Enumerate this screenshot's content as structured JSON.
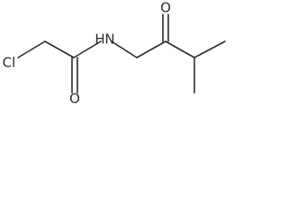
{
  "molecule": {
    "atoms": {
      "chlorine": "Cl",
      "amide_nitrogen": "N",
      "amide_hydrogen": "H",
      "amide_oxygen": "O",
      "ketone_oxygen": "O"
    }
  },
  "colors": {
    "bond": "#2b2b2b",
    "background": "#ffffff"
  }
}
